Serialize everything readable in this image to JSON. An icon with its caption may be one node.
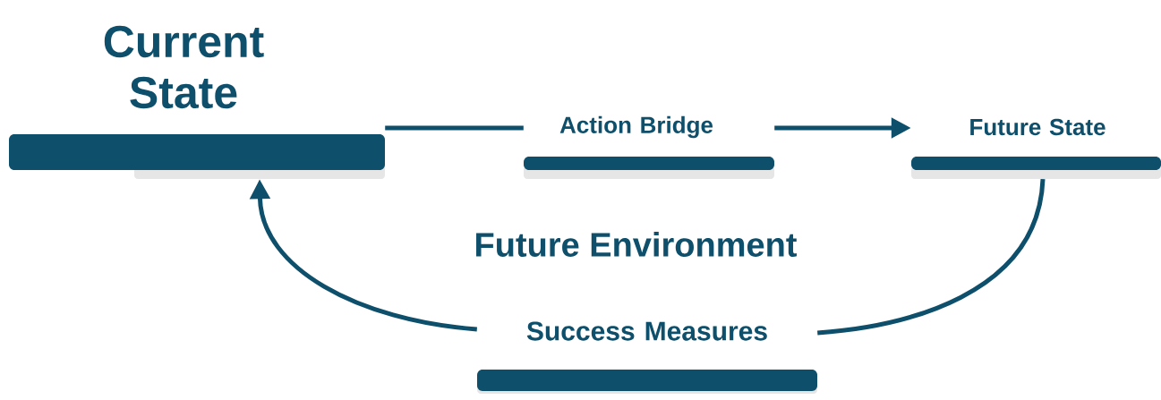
{
  "diagram": {
    "nodes": [
      {
        "text": [
          "Current State"
        ]
      },
      {
        "text": [
          "Action Bridge"
        ]
      },
      {
        "text": [
          "Future State"
        ]
      },
      {
        "text": [
          "Success Measures"
        ]
      }
    ],
    "edges": [
      {
        "from": 0,
        "to": 1,
        "arrow": "none"
      },
      {
        "from": 1,
        "to": 2,
        "arrow": "to"
      },
      {
        "from": 2,
        "to": 3,
        "arrow": "none"
      },
      {
        "from": 3,
        "to": 0,
        "arrow": "to"
      }
    ],
    "labels": [
      "Future Environment"
    ]
  }
}
